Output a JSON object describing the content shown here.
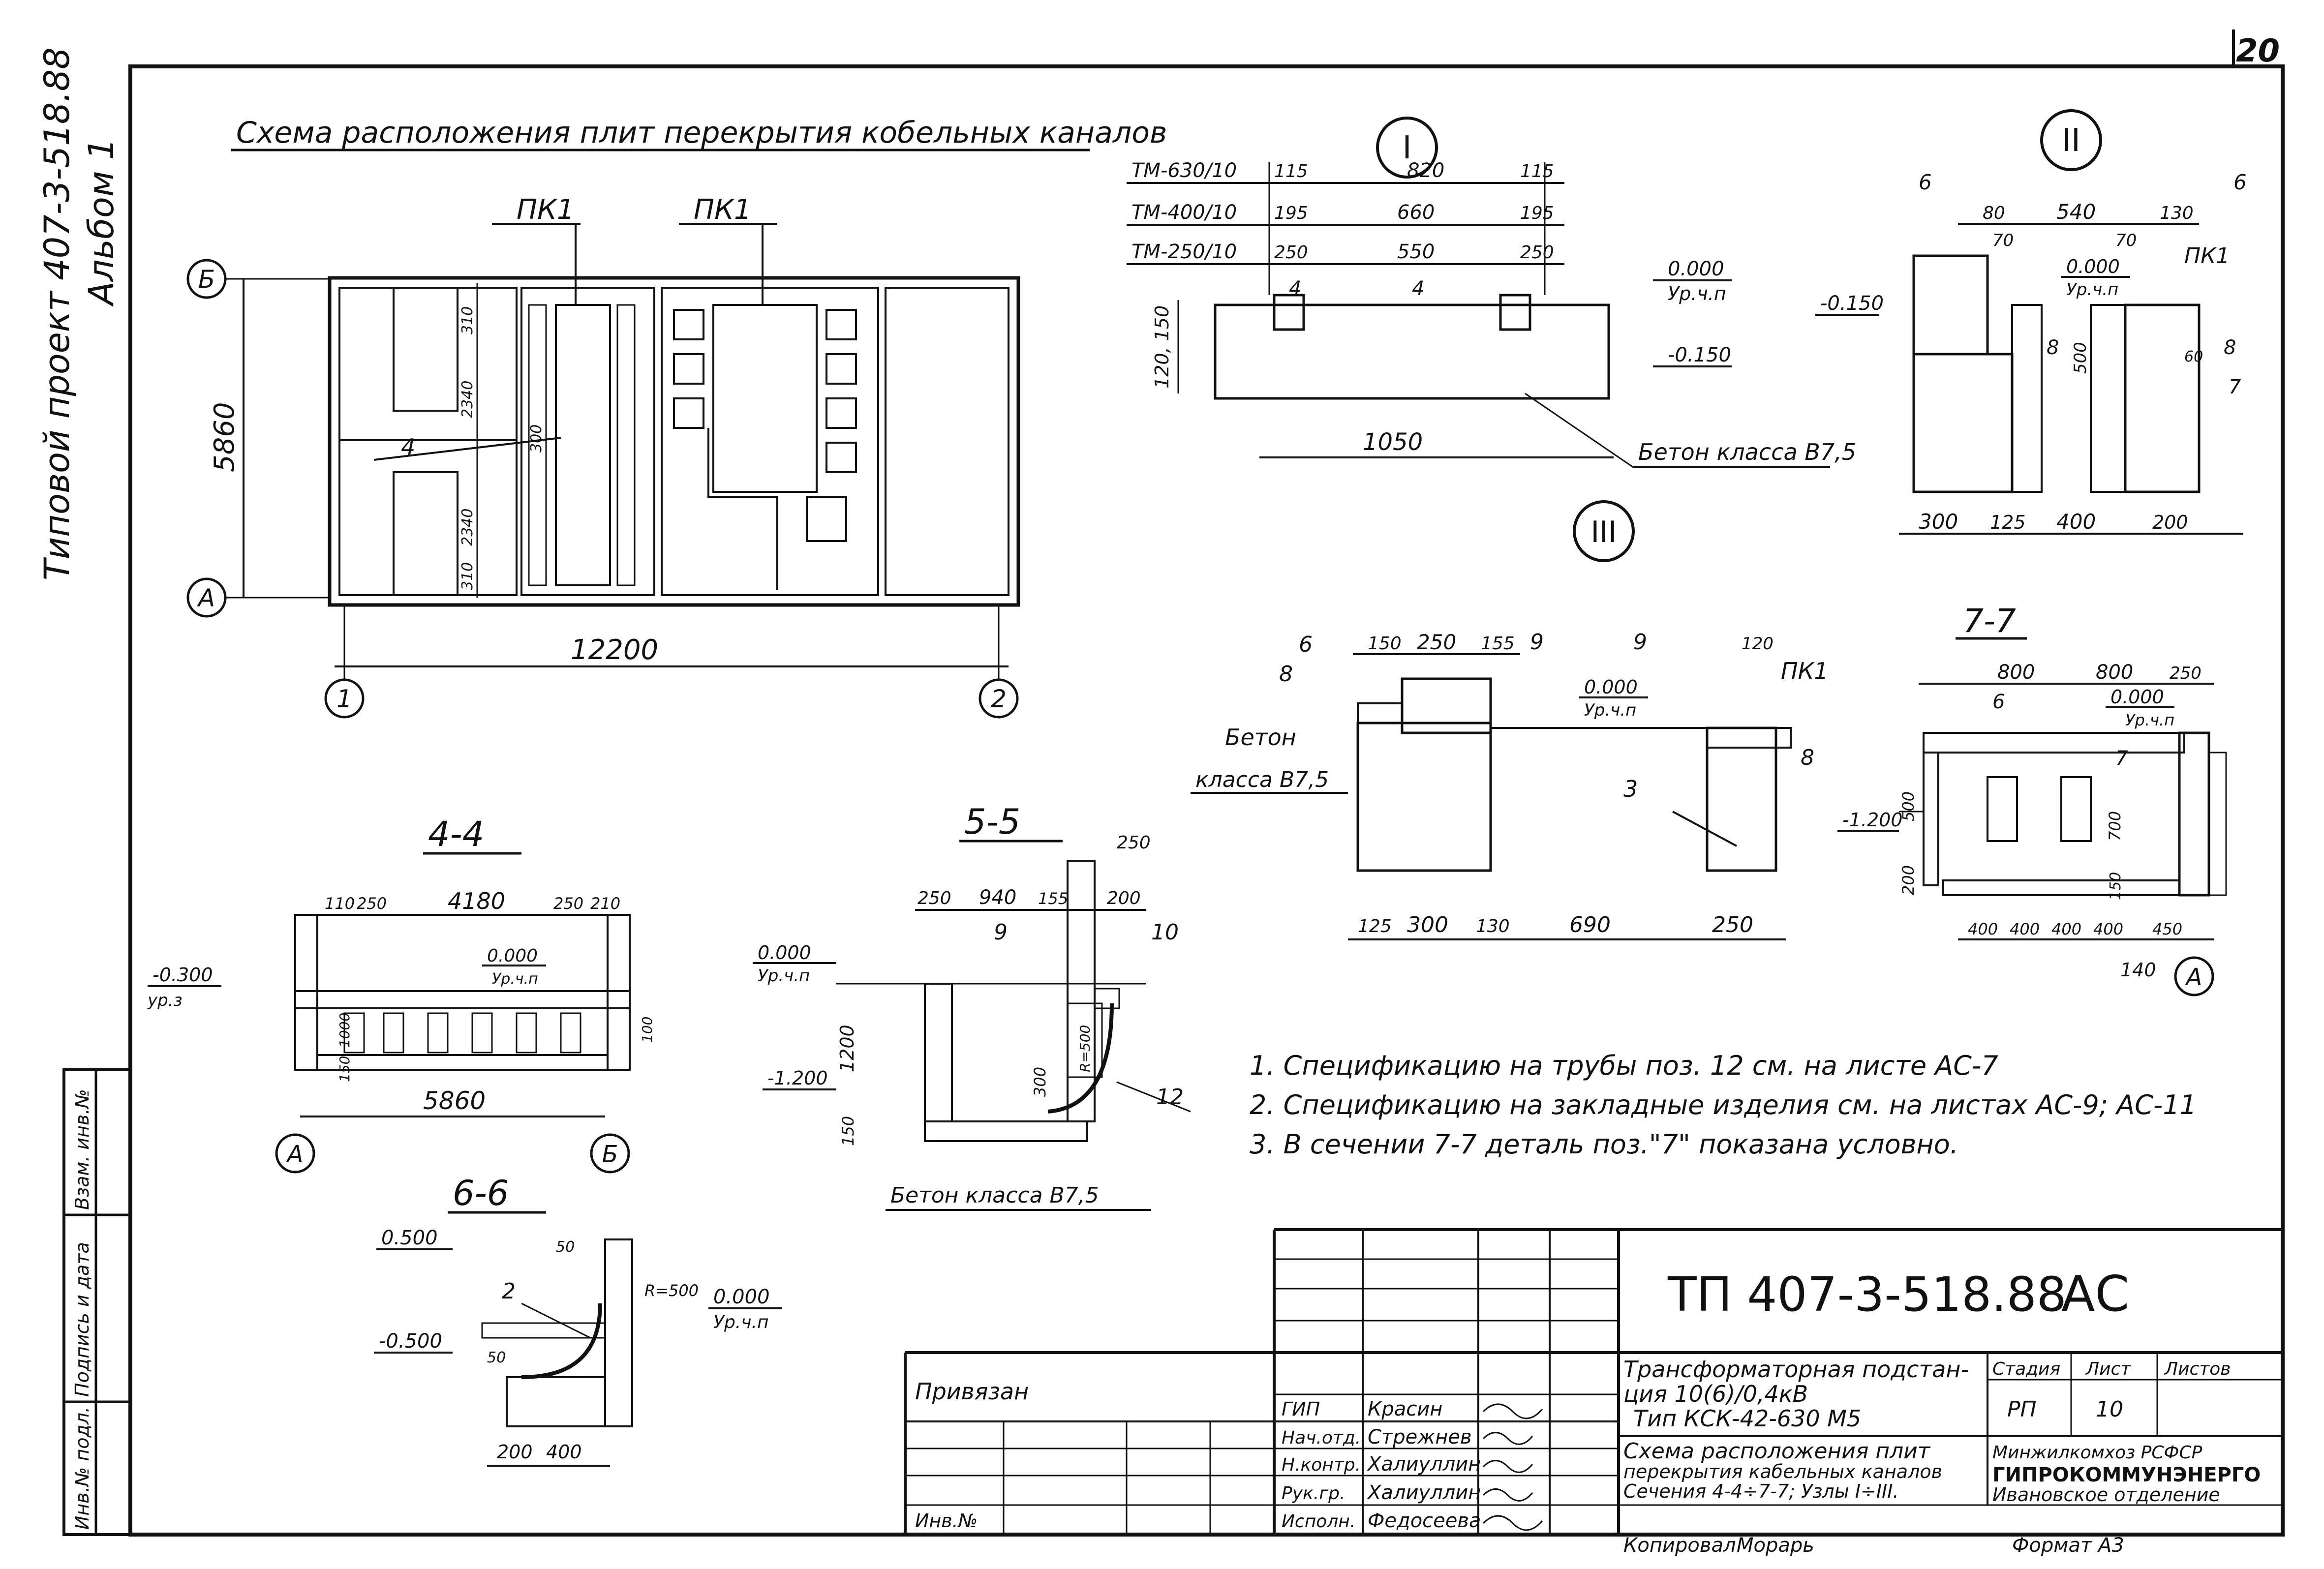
{
  "page_number": "20",
  "side": {
    "title": "Типовой проект 407-3-518.88",
    "album": "Альбом 1"
  },
  "plan": {
    "title": "Схема расположения плит перекрытия кобельных каналов",
    "pk1_a": "ПК1",
    "pk1_b": "ПК1",
    "axis_b": "Б",
    "axis_a": "А",
    "axis_1": "1",
    "axis_2": "2",
    "dim_height": "5860",
    "dim_width": "12200",
    "dims_small": [
      "310",
      "2340",
      "300",
      "2340",
      "310"
    ],
    "mark_4": "4"
  },
  "node1": {
    "label": "I",
    "rows": [
      {
        "type": "ТМ-630/10",
        "a": "115",
        "b": "820",
        "c": "115"
      },
      {
        "type": "ТМ-400/10",
        "a": "195",
        "b": "660",
        "c": "195"
      },
      {
        "type": "ТМ-250/10",
        "a": "250",
        "b": "550",
        "c": "250"
      }
    ],
    "mark_4a": "4",
    "mark_4b": "4",
    "level_top": "0.000",
    "level_top_sub": "Ур.ч.п",
    "level_neg": "-0.150",
    "dim_left": "120, 150",
    "dim_bottom": "1050",
    "concrete": "Бетон класса В7,5"
  },
  "node2": {
    "label": "II",
    "m6a": "6",
    "m6b": "6",
    "d80": "80",
    "d540": "540",
    "d130": "130",
    "d70a": "70",
    "d70b": "70",
    "level_top": "0.000",
    "level_top_sub": "Ур.ч.п",
    "level_neg": "-0.150",
    "pk1": "ПК1",
    "m8a": "8",
    "m8b": "8",
    "m7": "7",
    "d500": "500",
    "d60": "60",
    "bottom": [
      "300",
      "125",
      "400",
      "200"
    ]
  },
  "node3": {
    "label": "III",
    "m6": "6",
    "m8": "8",
    "m9a": "9",
    "m9b": "9",
    "pk1": "ПК1",
    "m8r": "8",
    "m3": "3",
    "top": [
      "150",
      "250",
      "155"
    ],
    "d120": "120",
    "level_top": "0.000",
    "level_top_sub": "Ур.ч.п",
    "concrete_1": "Бетон",
    "concrete_2": "класса В7,5",
    "bottom": [
      "125",
      "300",
      "130",
      "690",
      "250"
    ]
  },
  "sec77": {
    "title": "7-7",
    "top": [
      "800",
      "800",
      "250"
    ],
    "m6": "6",
    "m7": "7",
    "level_top": "0.000",
    "level_top_sub": "Ур.ч.п",
    "level_neg": "-1.200",
    "d500": "500",
    "d700": "700",
    "d200": "200",
    "d150": "150",
    "bottom": [
      "400",
      "400",
      "400",
      "400",
      "450"
    ],
    "d140": "140",
    "axis": "А"
  },
  "sec44": {
    "title": "4-4",
    "top": [
      "110",
      "250",
      "4180",
      "250",
      "210"
    ],
    "level_top": "0.000",
    "level_top_sub": "Ур.ч.п",
    "level_left": "-0.300",
    "level_left_sub": "ур.з",
    "d1000": "1000",
    "d100": "100",
    "d150": "150",
    "bottom": "5860",
    "axis_a": "А",
    "axis_b": "Б"
  },
  "sec55": {
    "title": "5-5",
    "top": [
      "250",
      "940",
      "155",
      "200",
      "250"
    ],
    "level_top": "0.000",
    "level_top_sub": "Ур.ч.п",
    "level_neg": "-1.200",
    "m9": "9",
    "m10": "10",
    "m12": "12",
    "d1200": "1200",
    "d300": "300",
    "d150": "150",
    "r": "R=500",
    "concrete": "Бетон класса В7,5"
  },
  "sec66": {
    "title": "6-6",
    "level_a": "0.500",
    "level_b": "-0.500",
    "level_c": "0.000",
    "level_c_sub": "Ур.ч.п",
    "d50a": "50",
    "d50b": "50",
    "r": "R=500",
    "m2": "2",
    "bottom": [
      "200",
      "400"
    ]
  },
  "notes": [
    "1. Спецификацию на трубы поз. 12 см. на листе АС-7",
    "2. Спецификацию на закладные изделия см. на листах АС-9; АС-11",
    "3. В сечении 7-7 деталь поз.\"7\" показана условно."
  ],
  "left_strip": [
    "Инв.№ подл.",
    "Подпись и дата",
    "Взам. инв.№"
  ],
  "title_block": {
    "code": "ТП  407-3-518.88",
    "mark": "АС",
    "privyazan": "Привязан",
    "inv_no": "Инв.№",
    "roles": [
      "ГИП",
      "Нач.отд.",
      "Н.контр.",
      "Рук.гр.",
      "Исполн."
    ],
    "names": [
      "Красин",
      "Стрежнев",
      "Халиуллин",
      "Халиуллин",
      "Федосеева"
    ],
    "object_1": "Трансформаторная подстан-",
    "object_2": "ция 10(6)/0,4кВ",
    "object_3": "Тип КСК-42-630 М5",
    "sheet_1": "Схема расположения плит",
    "sheet_2": "перекрытия кабельных каналов",
    "sheet_3": "Сечения 4-4÷7-7; Узлы I÷III.",
    "stage_hdr": "Стадия",
    "sheet_hdr": "Лист",
    "sheets_hdr": "Листов",
    "stage": "РП",
    "sheet": "10",
    "org_1": "Минжилкомхоз РСФСР",
    "org_2": "ГИПРОКОММУНЭНЕРГО",
    "org_3": "Ивановское отделение",
    "copied": "Копировал",
    "copier": "Морарь",
    "format": "Формат А3"
  }
}
